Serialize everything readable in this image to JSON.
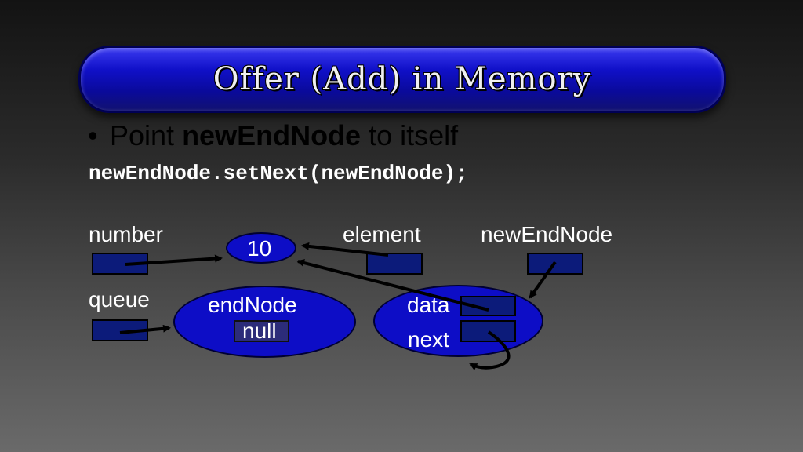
{
  "title": "Offer (Add) in Memory",
  "bullet": {
    "bullet_char": "•",
    "prefix": "Point ",
    "bold": "newEndNode",
    "suffix": " to itself"
  },
  "code": "newEndNode.setNext(newEndNode);",
  "diagram": {
    "variables": {
      "number": "number",
      "element": "element",
      "new_end_node": "newEndNode",
      "queue": "queue"
    },
    "value_node": "10",
    "end_node": {
      "label": "endNode",
      "value": "null"
    },
    "new_node": {
      "data_label": "data",
      "next_label": "next"
    }
  },
  "colors": {
    "title_bar": "#1010c8",
    "node_fill": "#0d0dc6",
    "variable_box": "#0c1b7a",
    "arrow": "#000000"
  }
}
